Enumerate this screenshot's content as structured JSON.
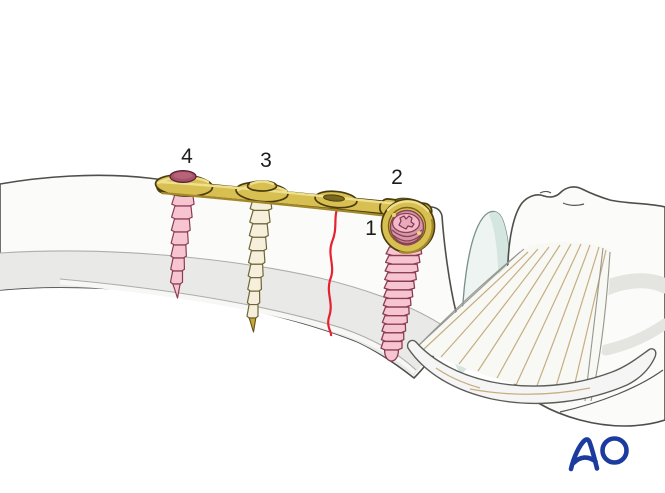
{
  "labels": {
    "screw1": "1",
    "screw2": "2",
    "screw3": "3",
    "screw4": "4"
  },
  "branding": {
    "logo_text": "AO"
  },
  "colors": {
    "background": "#ffffff",
    "label_color": "#1c1c1c",
    "bone_fill": "#fbfbf9",
    "bone_outline": "#4e4e4a",
    "marrow_gray": "#e9e9e7",
    "cartilage_teal": "#d4e6df",
    "ligament_tan": "#c6ae82",
    "fracture_red": "#e52330",
    "plate_gold": "#d8bf52",
    "plate_outline": "#4a3c0e",
    "plate_hi": "#efe08e",
    "plate_dk": "#a3872b",
    "screw_pink": "#f7c5d1",
    "screw_pink_outline": "#8a3d52",
    "screw_cream": "#f5efdb",
    "screw_cream_outline": "#6f6638",
    "screw_tip_gold": "#c9a63c",
    "screw_head_maroon": "#a5536a",
    "logo_blue": "#1c3b9e"
  }
}
